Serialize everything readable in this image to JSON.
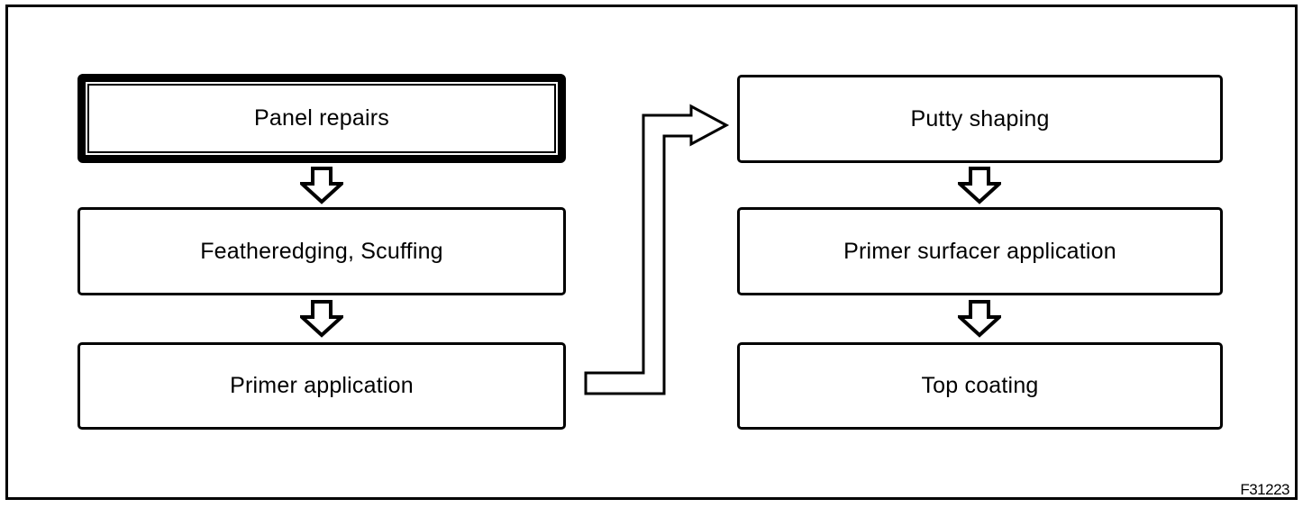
{
  "figure": {
    "code": "F31223"
  },
  "colors": {
    "line": "#000000",
    "background": "#ffffff"
  },
  "flowchart": {
    "left_column": [
      {
        "label": "Panel repairs",
        "emphasized": true
      },
      {
        "label": "Featheredging, Scuffing",
        "emphasized": false
      },
      {
        "label": "Primer application",
        "emphasized": false
      }
    ],
    "right_column": [
      {
        "label": "Putty shaping",
        "emphasized": false
      },
      {
        "label": "Primer surfacer application",
        "emphasized": false
      },
      {
        "label": "Top coating",
        "emphasized": false
      }
    ],
    "connections": [
      {
        "from": "Panel repairs",
        "to": "Featheredging, Scuffing",
        "type": "down-arrow"
      },
      {
        "from": "Featheredging, Scuffing",
        "to": "Primer application",
        "type": "down-arrow"
      },
      {
        "from": "Primer application",
        "to": "Putty shaping",
        "type": "elbow-arrow"
      },
      {
        "from": "Putty shaping",
        "to": "Primer surfacer application",
        "type": "down-arrow"
      },
      {
        "from": "Primer surfacer application",
        "to": "Top coating",
        "type": "down-arrow"
      }
    ]
  }
}
